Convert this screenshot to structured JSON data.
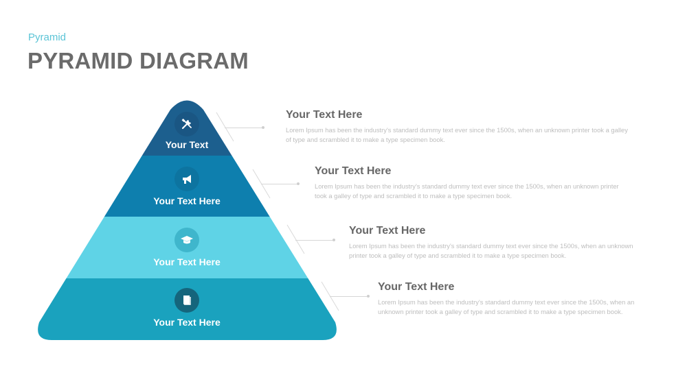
{
  "header": {
    "subtitle": "Pyramid",
    "title": "PYRAMID DIAGRAM"
  },
  "colors": {
    "tier1": "#1c5f8e",
    "tier2": "#0e7fae",
    "tier3": "#5fd3e6",
    "tier4": "#1aa2be",
    "subtitle": "#5bc4d6",
    "title": "#6b6b6b"
  },
  "tiers": [
    {
      "label": "Your Text",
      "icon": "tools-icon"
    },
    {
      "label": "Your Text Here",
      "icon": "megaphone-icon"
    },
    {
      "label": "Your Text Here",
      "icon": "graduation-cap-icon"
    },
    {
      "label": "Your Text Here",
      "icon": "book-icon"
    }
  ],
  "blocks": [
    {
      "heading": "Your Text Here",
      "body": "Lorem Ipsum has been the industry's standard dummy text ever since the 1500s, when an unknown printer took a galley of type and scrambled it to make a type specimen book."
    },
    {
      "heading": "Your Text Here",
      "body": "Lorem Ipsum has been the industry's standard dummy text ever since the 1500s, when an unknown printer took a galley of type and scrambled it to make a type specimen book."
    },
    {
      "heading": "Your Text Here",
      "body": "Lorem Ipsum has been the industry's standard dummy text ever since the 1500s, when an unknown printer took a galley of type and scrambled it to make a type specimen book."
    },
    {
      "heading": "Your Text Here",
      "body": "Lorem Ipsum has been the industry's standard dummy text ever since the 1500s, when an unknown printer took a galley of type and scrambled it to make a type specimen book."
    }
  ]
}
